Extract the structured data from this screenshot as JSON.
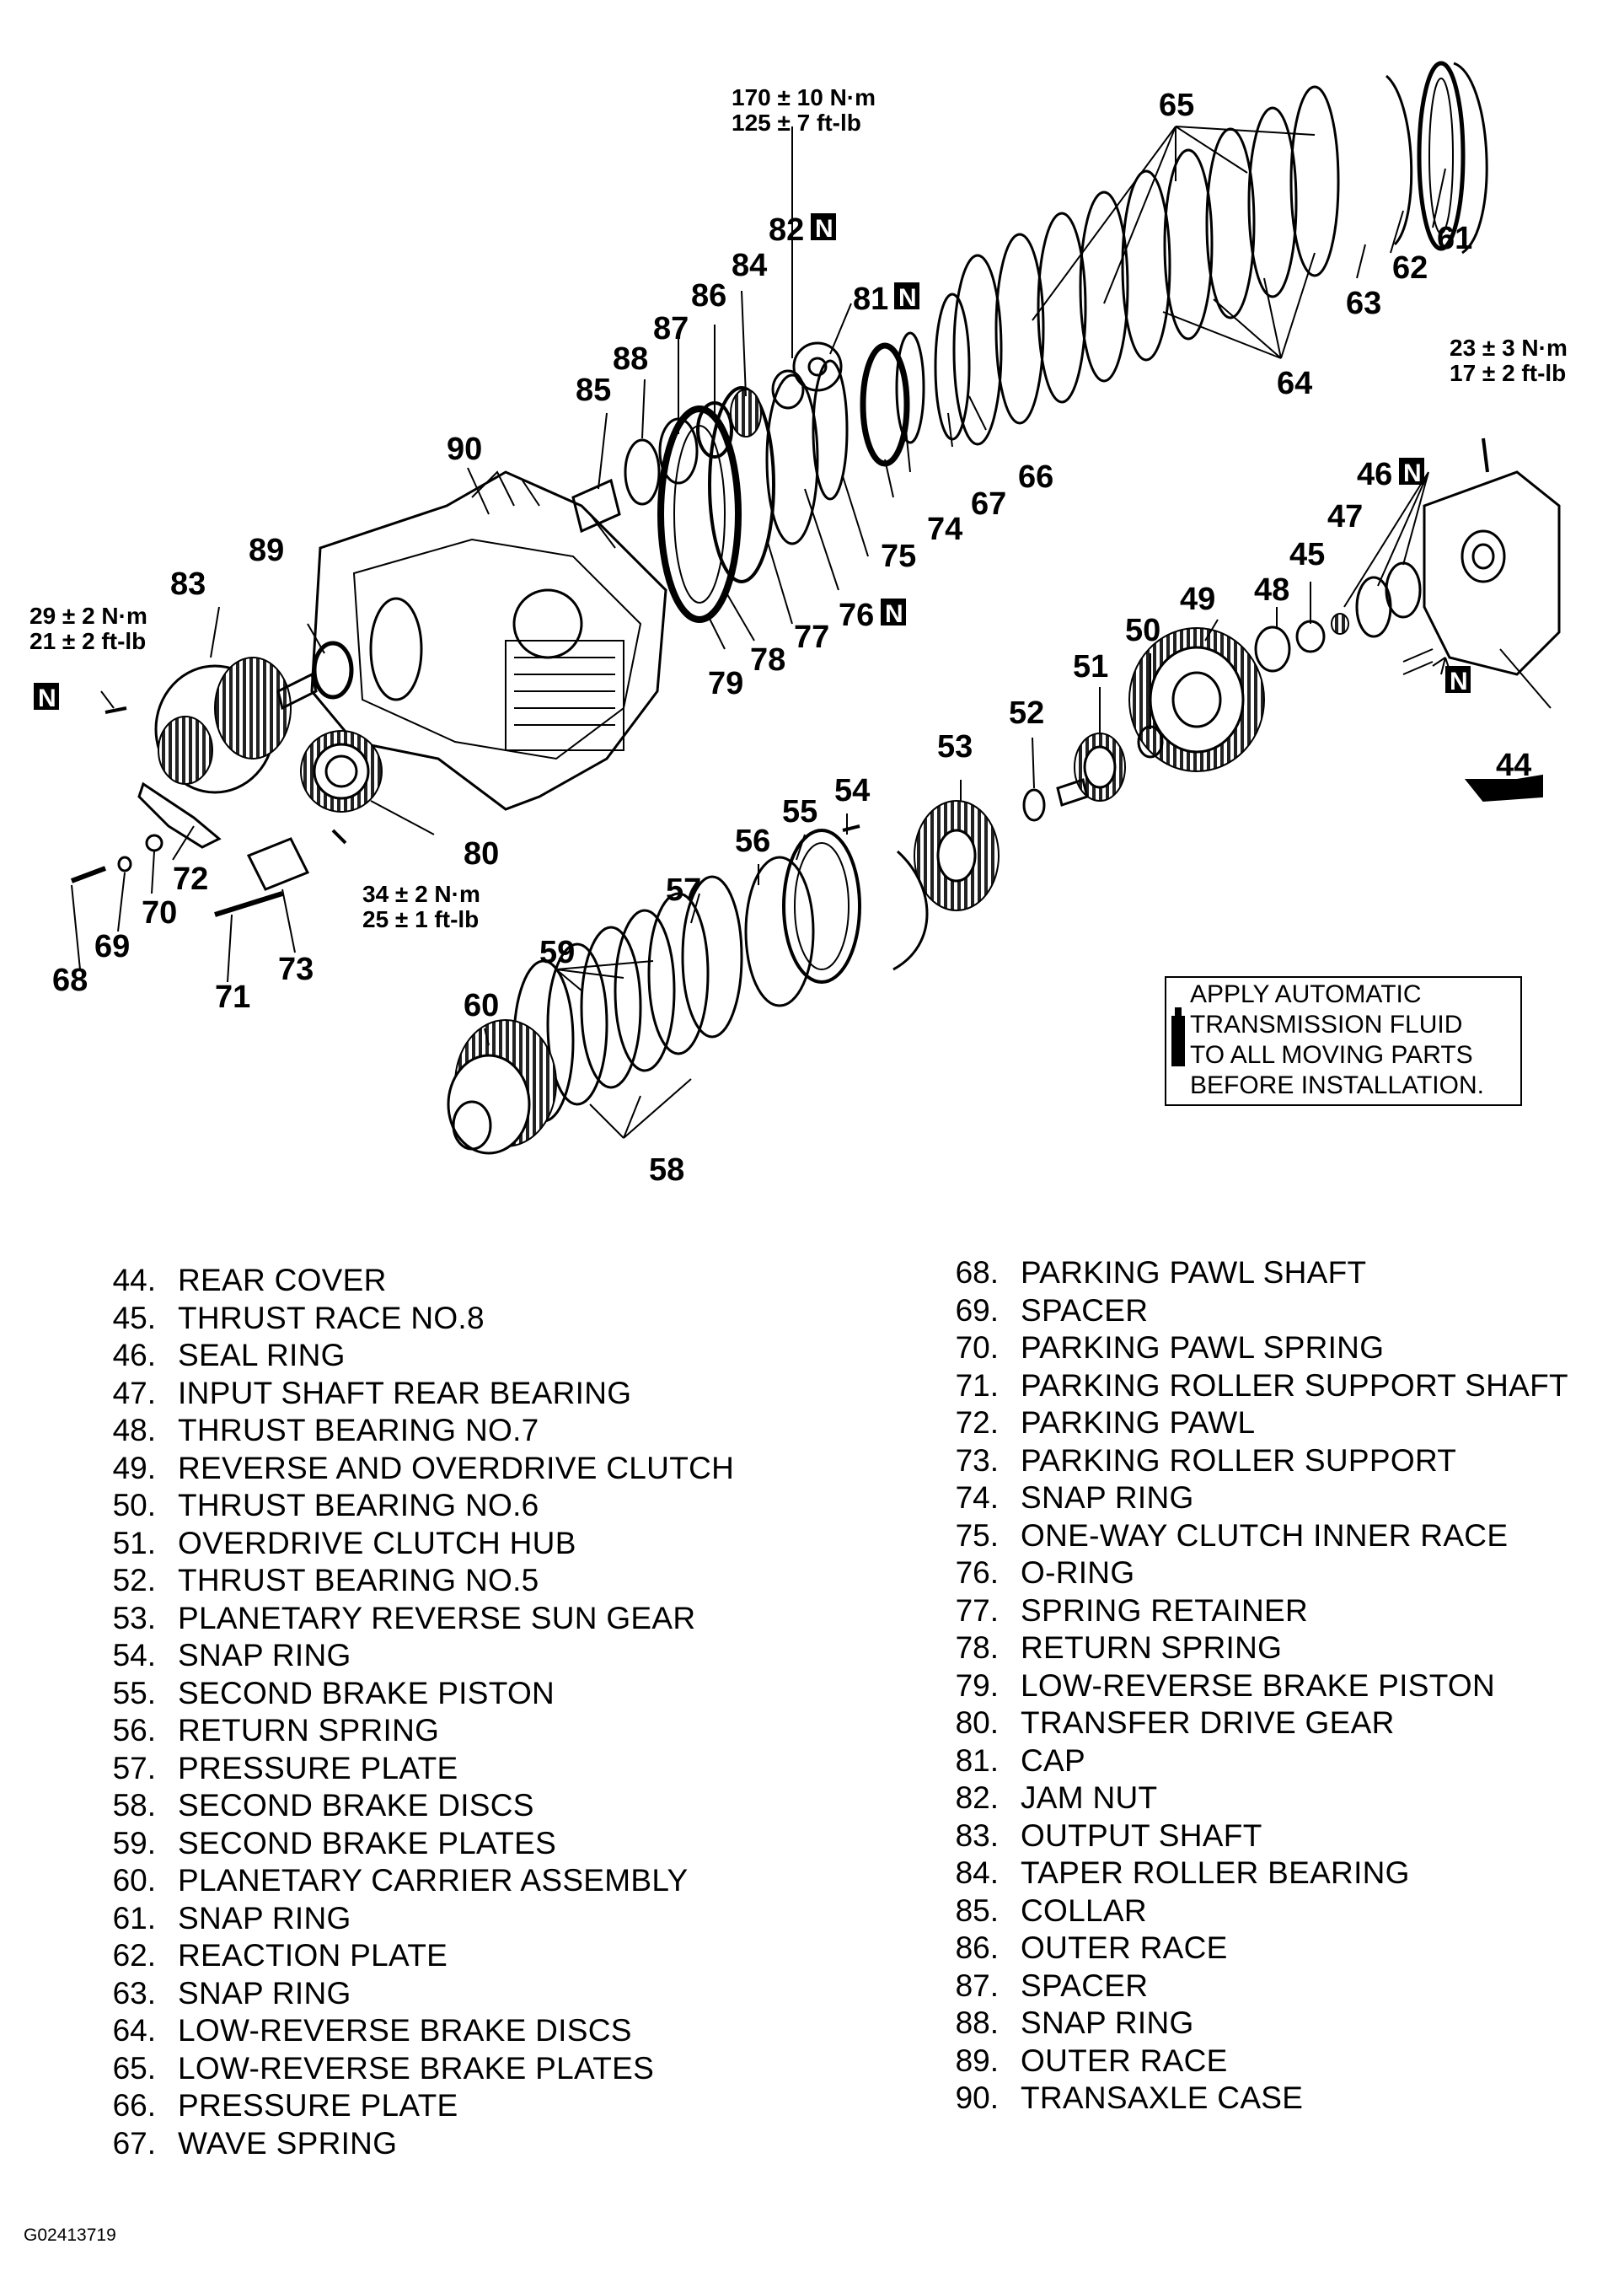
{
  "callouts": {
    "c65": "65",
    "c61": "61",
    "c62": "62",
    "c63": "63",
    "c64": "64",
    "c82": "82",
    "c84": "84",
    "c81": "81",
    "c86": "86",
    "c87": "87",
    "c88": "88",
    "c85": "85",
    "c90": "90",
    "c66": "66",
    "c67": "67",
    "c74": "74",
    "c75": "75",
    "c76": "76",
    "c77": "77",
    "c78": "78",
    "c79": "79",
    "c89": "89",
    "c83": "83",
    "c46": "46",
    "c47": "47",
    "c45": "45",
    "c48": "48",
    "c49": "49",
    "c50": "50",
    "c51": "51",
    "c52": "52",
    "c53": "53",
    "c54": "54",
    "c55": "55",
    "c56": "56",
    "c57": "57",
    "c59": "59",
    "c60": "60",
    "c58": "58",
    "c44": "44",
    "c80": "80",
    "c72": "72",
    "c70": "70",
    "c69": "69",
    "c68": "68",
    "c71": "71",
    "c73": "73"
  },
  "marks": {
    "new_part": "N"
  },
  "torque": {
    "t82_nm": "170 ± 10 N·m",
    "t82_ftlb": "125 ± 7 ft-lb",
    "t44_nm": "23 ± 3 N·m",
    "t44_ftlb": "17 ± 2 ft-lb",
    "t83_nm": "29 ± 2 N·m",
    "t83_ftlb": "21 ± 2 ft-lb",
    "t80_nm": "34 ± 2 N·m",
    "t80_ftlb": "25 ± 1 ft-lb"
  },
  "note": {
    "line1": "APPLY AUTOMATIC",
    "line2": "TRANSMISSION FLUID",
    "line3": "TO ALL MOVING PARTS",
    "line4": "BEFORE INSTALLATION."
  },
  "legend_left": [
    {
      "num": "44.",
      "text": "REAR COVER"
    },
    {
      "num": "45.",
      "text": "THRUST RACE NO.8"
    },
    {
      "num": "46.",
      "text": "SEAL RING"
    },
    {
      "num": "47.",
      "text": "INPUT SHAFT REAR BEARING"
    },
    {
      "num": "48.",
      "text": "THRUST BEARING NO.7"
    },
    {
      "num": "49.",
      "text": "REVERSE AND OVERDRIVE CLUTCH"
    },
    {
      "num": "50.",
      "text": "THRUST BEARING NO.6"
    },
    {
      "num": "51.",
      "text": "OVERDRIVE CLUTCH HUB"
    },
    {
      "num": "52.",
      "text": "THRUST BEARING NO.5"
    },
    {
      "num": "53.",
      "text": "PLANETARY REVERSE SUN GEAR"
    },
    {
      "num": "54.",
      "text": "SNAP RING"
    },
    {
      "num": "55.",
      "text": "SECOND BRAKE PISTON"
    },
    {
      "num": "56.",
      "text": "RETURN SPRING"
    },
    {
      "num": "57.",
      "text": "PRESSURE PLATE"
    },
    {
      "num": "58.",
      "text": "SECOND BRAKE DISCS"
    },
    {
      "num": "59.",
      "text": "SECOND BRAKE PLATES"
    },
    {
      "num": "60.",
      "text": "PLANETARY CARRIER ASSEMBLY"
    },
    {
      "num": "61.",
      "text": "SNAP RING"
    },
    {
      "num": "62.",
      "text": "REACTION PLATE"
    },
    {
      "num": "63.",
      "text": "SNAP RING"
    },
    {
      "num": "64.",
      "text": "LOW-REVERSE BRAKE DISCS"
    },
    {
      "num": "65.",
      "text": "LOW-REVERSE BRAKE PLATES"
    },
    {
      "num": "66.",
      "text": "PRESSURE PLATE"
    },
    {
      "num": "67.",
      "text": "WAVE SPRING"
    }
  ],
  "legend_right": [
    {
      "num": "68.",
      "text": "PARKING PAWL SHAFT"
    },
    {
      "num": "69.",
      "text": "SPACER"
    },
    {
      "num": "70.",
      "text": "PARKING PAWL SPRING"
    },
    {
      "num": "71.",
      "text": "PARKING ROLLER SUPPORT SHAFT"
    },
    {
      "num": "72.",
      "text": "PARKING PAWL"
    },
    {
      "num": "73.",
      "text": "PARKING ROLLER SUPPORT"
    },
    {
      "num": "74.",
      "text": "SNAP RING"
    },
    {
      "num": "75.",
      "text": "ONE-WAY CLUTCH INNER RACE"
    },
    {
      "num": "76.",
      "text": "O-RING"
    },
    {
      "num": "77.",
      "text": "SPRING RETAINER"
    },
    {
      "num": "78.",
      "text": "RETURN SPRING"
    },
    {
      "num": "79.",
      "text": "LOW-REVERSE BRAKE PISTON"
    },
    {
      "num": "80.",
      "text": "TRANSFER DRIVE GEAR"
    },
    {
      "num": "81.",
      "text": "CAP"
    },
    {
      "num": "82.",
      "text": "JAM NUT"
    },
    {
      "num": "83.",
      "text": "OUTPUT SHAFT"
    },
    {
      "num": "84.",
      "text": "TAPER ROLLER BEARING"
    },
    {
      "num": "85.",
      "text": "COLLAR"
    },
    {
      "num": "86.",
      "text": "OUTER RACE"
    },
    {
      "num": "87.",
      "text": "SPACER"
    },
    {
      "num": "88.",
      "text": "SNAP RING"
    },
    {
      "num": "89.",
      "text": "OUTER RACE"
    },
    {
      "num": "90.",
      "text": "TRANSAXLE CASE"
    }
  ],
  "figure_id": "G02413719"
}
